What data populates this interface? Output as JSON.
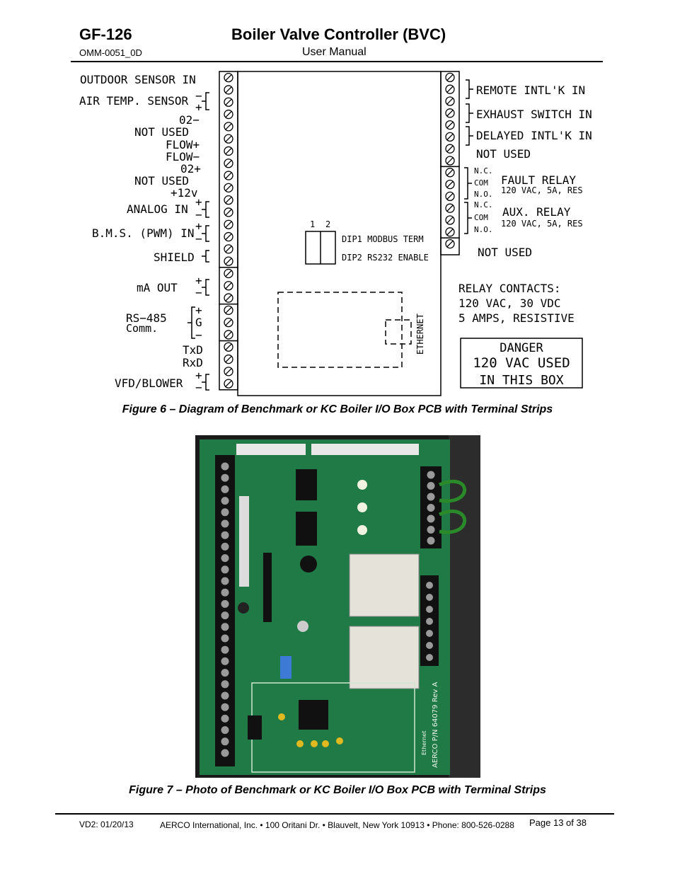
{
  "header": {
    "code": "GF-126",
    "title": "Boiler Valve Controller (BVC)",
    "doc_number": "OMM-0051_0D",
    "subtitle": "User Manual"
  },
  "figure6": {
    "caption": "Figure 6 – Diagram of Benchmark or KC Boiler I/O Box PCB with Terminal Strips",
    "left_labels": {
      "outdoor_sensor": "OUTDOOR SENSOR IN",
      "air_temp_sensor": "AIR TEMP. SENSOR",
      "o2_minus": "02−",
      "not_used_1": "NOT USED",
      "flow_plus": "FLOW+",
      "flow_minus": "FLOW−",
      "o2_plus": "02+",
      "not_used_2": "NOT USED",
      "plus_12v": "+12v",
      "analog_in": "ANALOG IN",
      "bms_pwm_in": "B.M.S. (PWM) IN",
      "shield": "SHIELD",
      "ma_out": "mA OUT",
      "rs485": "RS−485",
      "comm": "Comm.",
      "txd": "TxD",
      "rxd": "RxD",
      "vfd_blower": "VFD/BLOWER"
    },
    "pol": {
      "plus": "+",
      "minus": "−",
      "g": "G"
    },
    "right_labels": {
      "remote_intlk": "REMOTE INTL'K IN",
      "exhaust_switch": "EXHAUST SWITCH IN",
      "delayed_intlk": "DELAYED INTL'K IN",
      "not_used_r1": "NOT USED",
      "fault_relay": "FAULT RELAY",
      "fault_rating": "120 VAC, 5A, RES",
      "aux_relay": "AUX. RELAY",
      "aux_rating": "120 VAC, 5A, RES",
      "not_used_r2": "NOT USED",
      "nc": "N.C.",
      "com": "COM",
      "no": "N.O."
    },
    "relay_contacts": {
      "line1": "RELAY CONTACTS:",
      "line2": "120 VAC, 30 VDC",
      "line3": "5 AMPS, RESISTIVE"
    },
    "danger": {
      "line1": "DANGER",
      "line2": "120 VAC USED",
      "line3": "IN THIS BOX"
    },
    "dip": {
      "num1": "1",
      "num2": "2",
      "dip1": "DIP1 MODBUS TERM",
      "dip2": "DIP2 RS232 ENABLE"
    },
    "ethernet": "ETHERNET"
  },
  "figure7": {
    "caption": "Figure 7 – Photo of Benchmark or KC Boiler I/O Box PCB with Terminal Strips",
    "board_text": "AERCO P/N 64079 Rev A",
    "ethernet": "Ethernet"
  },
  "footer": {
    "version": "VD2: 01/20/13",
    "company": "AERCO International, Inc. • 100 Oritani Dr. • Blauvelt, New York 10913 • Phone: 800-526-0288",
    "page": "Page 13 of 38"
  }
}
